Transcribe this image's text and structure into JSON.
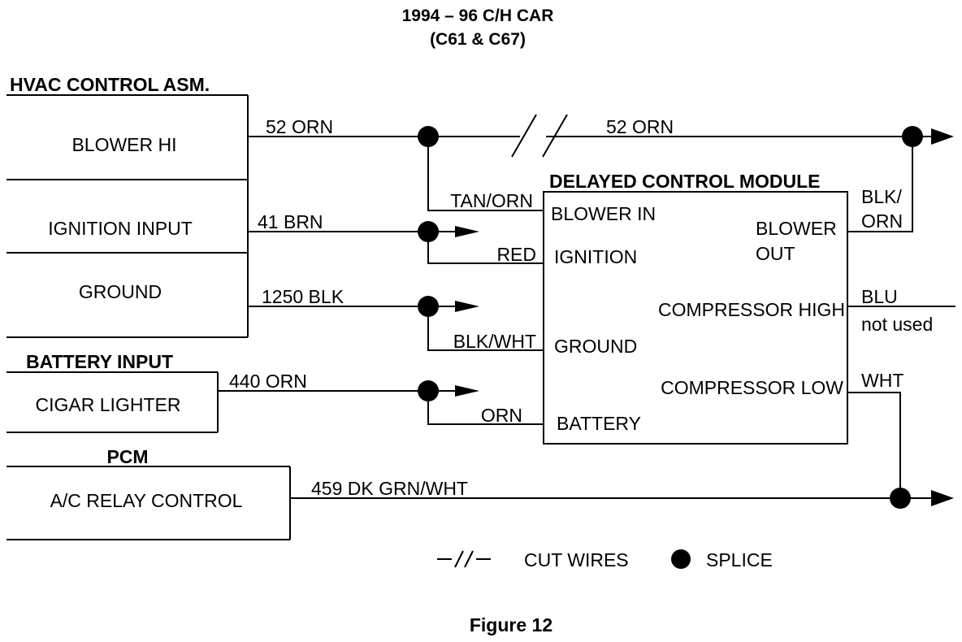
{
  "title": {
    "line1": "1994 – 96  C/H CAR",
    "line2": "(C61 & C67)"
  },
  "hvac": {
    "heading": "HVAC CONTROL ASM.",
    "blower_hi": "BLOWER HI",
    "ignition_input": "IGNITION INPUT",
    "ground": "GROUND"
  },
  "battery": {
    "heading": "BATTERY INPUT",
    "cigar": "CIGAR LIGHTER"
  },
  "pcm": {
    "heading": "PCM",
    "ac_relay": "A/C RELAY CONTROL"
  },
  "module": {
    "heading": "DELAYED CONTROL MODULE",
    "blower_in": "BLOWER IN",
    "ignition": "IGNITION",
    "ground": "GROUND",
    "battery": "BATTERY",
    "blower_out_1": "BLOWER",
    "blower_out_2": "OUT",
    "comp_high": "COMPRESSOR HIGH",
    "comp_low": "COMPRESSOR LOW"
  },
  "wires": {
    "w52_left": "52 ORN",
    "w52_right": "52 ORN",
    "w41": "41 BRN",
    "w1250": "1250 BLK",
    "w440": "440 ORN",
    "w459": "459 DK GRN/WHT",
    "tan_orn": "TAN/ORN",
    "red": "RED",
    "blk_wht": "BLK/WHT",
    "orn": "ORN",
    "blk_orn_1": "BLK/",
    "blk_orn_2": "ORN",
    "blu": "BLU",
    "not_used": "not used",
    "wht": "WHT"
  },
  "legend": {
    "cut_symbol": "–//–",
    "cut_label": "CUT WIRES",
    "splice_label": "SPLICE"
  },
  "caption": "Figure 12"
}
